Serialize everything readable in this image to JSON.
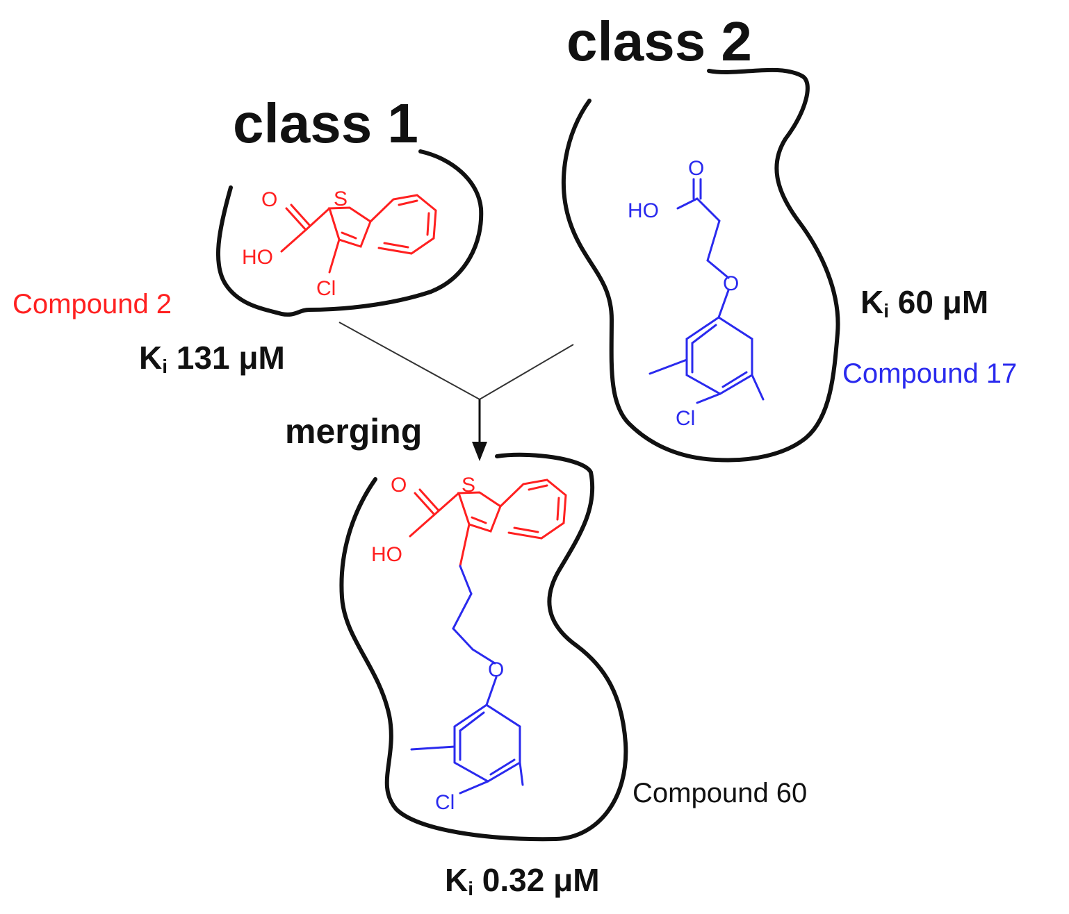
{
  "class1": {
    "title": "class 1",
    "compound_label": "Compound 2",
    "ki_prefix": "K",
    "ki_sub": "i",
    "ki_value": "131 μM",
    "atoms": {
      "s": "S",
      "o": "O",
      "ho": "HO",
      "cl": "Cl"
    }
  },
  "class2": {
    "title": "class 2",
    "compound_label": "Compound 17",
    "ki_prefix": "K",
    "ki_sub": "i",
    "ki_value": "60 μM",
    "atoms": {
      "o_carbonyl": "O",
      "ho": "HO",
      "o_ether": "O",
      "cl": "Cl"
    }
  },
  "merge": {
    "label": "merging"
  },
  "merged": {
    "compound_label": "Compound 60",
    "ki_prefix": "K",
    "ki_sub": "i",
    "ki_value": "0.32 μM",
    "atoms": {
      "s": "S",
      "o_carbonyl": "O",
      "ho": "HO",
      "o_ether": "O",
      "cl": "Cl"
    }
  },
  "colors": {
    "class1": "#ff2020",
    "class2": "#2a2aee",
    "outline": "#111111",
    "text": "#111111"
  }
}
